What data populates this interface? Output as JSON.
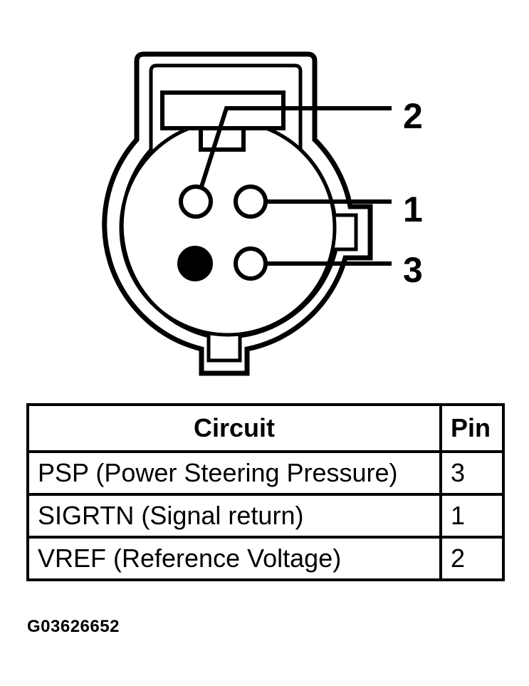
{
  "diagram": {
    "pin_labels": [
      {
        "pin": "2",
        "label": "2"
      },
      {
        "pin": "1",
        "label": "1"
      },
      {
        "pin": "3",
        "label": "3"
      }
    ]
  },
  "table": {
    "headers": {
      "circuit": "Circuit",
      "pin": "Pin"
    },
    "rows": [
      {
        "circuit": "PSP (Power Steering Pressure)",
        "pin": "3"
      },
      {
        "circuit": "SIGRTN (Signal return)",
        "pin": "1"
      },
      {
        "circuit": "VREF (Reference Voltage)",
        "pin": "2"
      }
    ]
  },
  "figure_id": "G03626652",
  "colors": {
    "line": "#000000",
    "background": "#ffffff"
  }
}
